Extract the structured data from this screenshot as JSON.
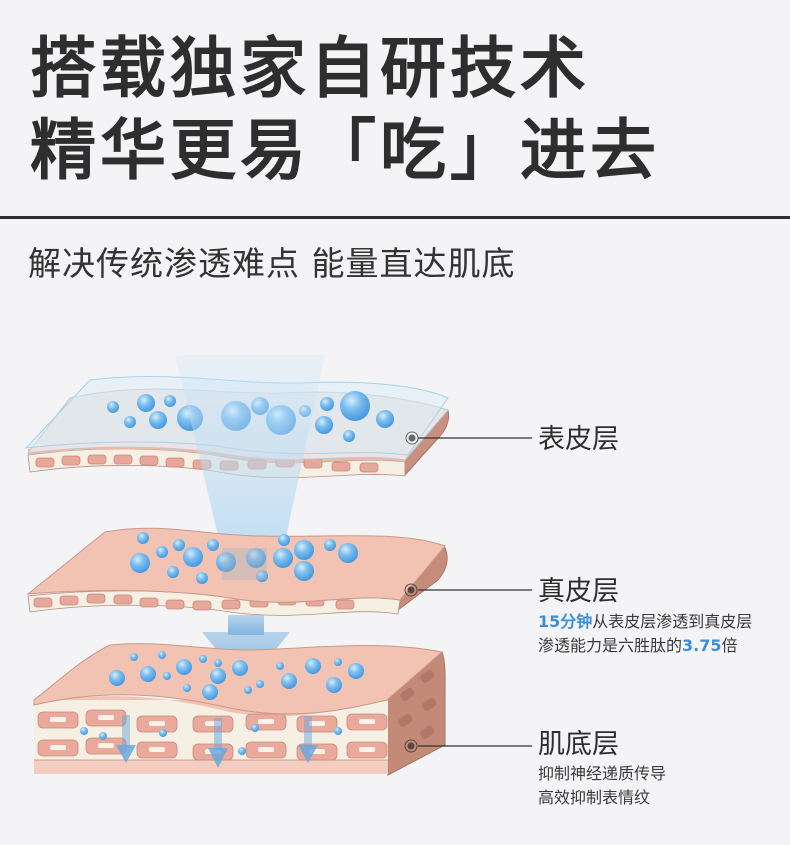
{
  "header": {
    "title_line1": "搭载独家自研技术",
    "title_line2": "精华更易「吃」进去",
    "subtitle": "解决传统渗透难点 能量直达肌底"
  },
  "layers": [
    {
      "name": "表皮层",
      "icon": "marker-dot-icon"
    },
    {
      "name": "真皮层",
      "desc_line1_highlight": "15分钟",
      "desc_line1_rest": "从表皮层渗透到真皮层",
      "desc_line2_prefix": "渗透能力是六胜肽的",
      "desc_line2_highlight": "3.75",
      "desc_line2_suffix": "倍",
      "icon": "marker-dot-icon"
    },
    {
      "name": "肌底层",
      "desc_line1": "抑制神经递质传导",
      "desc_line2": "高效抑制表情纹",
      "icon": "marker-dot-icon"
    }
  ],
  "colors": {
    "background": "#f4f4f6",
    "text_dark": "#2e2e2e",
    "highlight_blue": "#3a8fd8",
    "skin_pink": "#f2c2b2",
    "skin_side": "#c98f7e",
    "cell_cream": "#f7f0e4",
    "epidermis_top": "#ece6e6",
    "bubble_blue": "#6fb3ea"
  }
}
